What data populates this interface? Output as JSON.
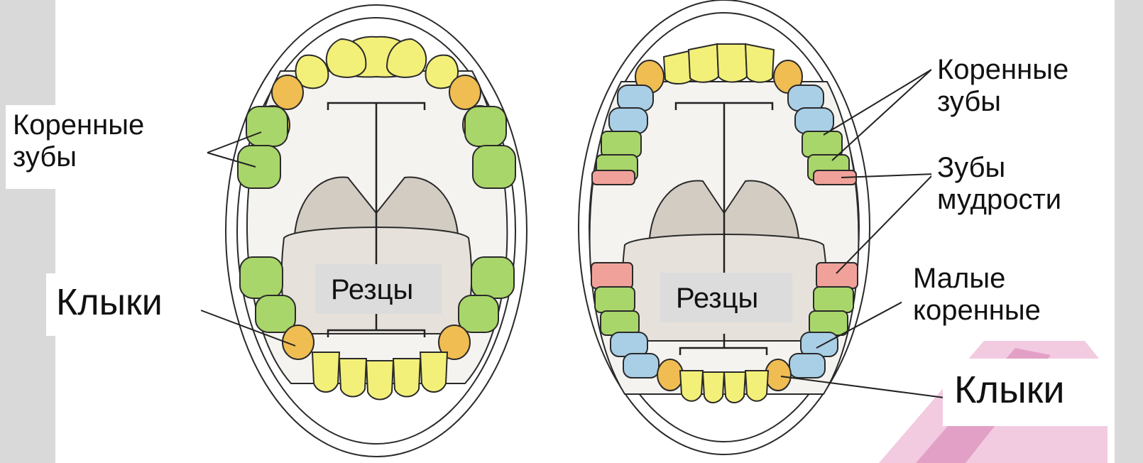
{
  "colors": {
    "background": "#ffffff",
    "side_bar": "#d9d9d9",
    "label_box": "#dcdcdc",
    "outline": "#2a2a2a",
    "incisor": "#f3f07a",
    "canine": "#f0bd52",
    "molar": "#a9d66a",
    "premolar": "#a9cfe6",
    "wisdom": "#f0a29a",
    "tongue": "#e6e1da",
    "palate": "#d3ccc3",
    "pink_stain": "#d96aa8"
  },
  "icons": [
    "left-jaw-illustration",
    "right-jaw-illustration"
  ],
  "labels": {
    "left_molars_1": "Коренные",
    "left_molars_2": "зубы",
    "left_canines": "Клыки",
    "left_incisors": "Резцы",
    "right_incisors": "Резцы",
    "right_molars_1": "Коренные",
    "right_molars_2": "зубы",
    "right_wisdom_1": "Зубы",
    "right_wisdom_2": "мудрости",
    "right_premolars_1": "Малые",
    "right_premolars_2": "коренные",
    "right_canines": "Клыки"
  }
}
